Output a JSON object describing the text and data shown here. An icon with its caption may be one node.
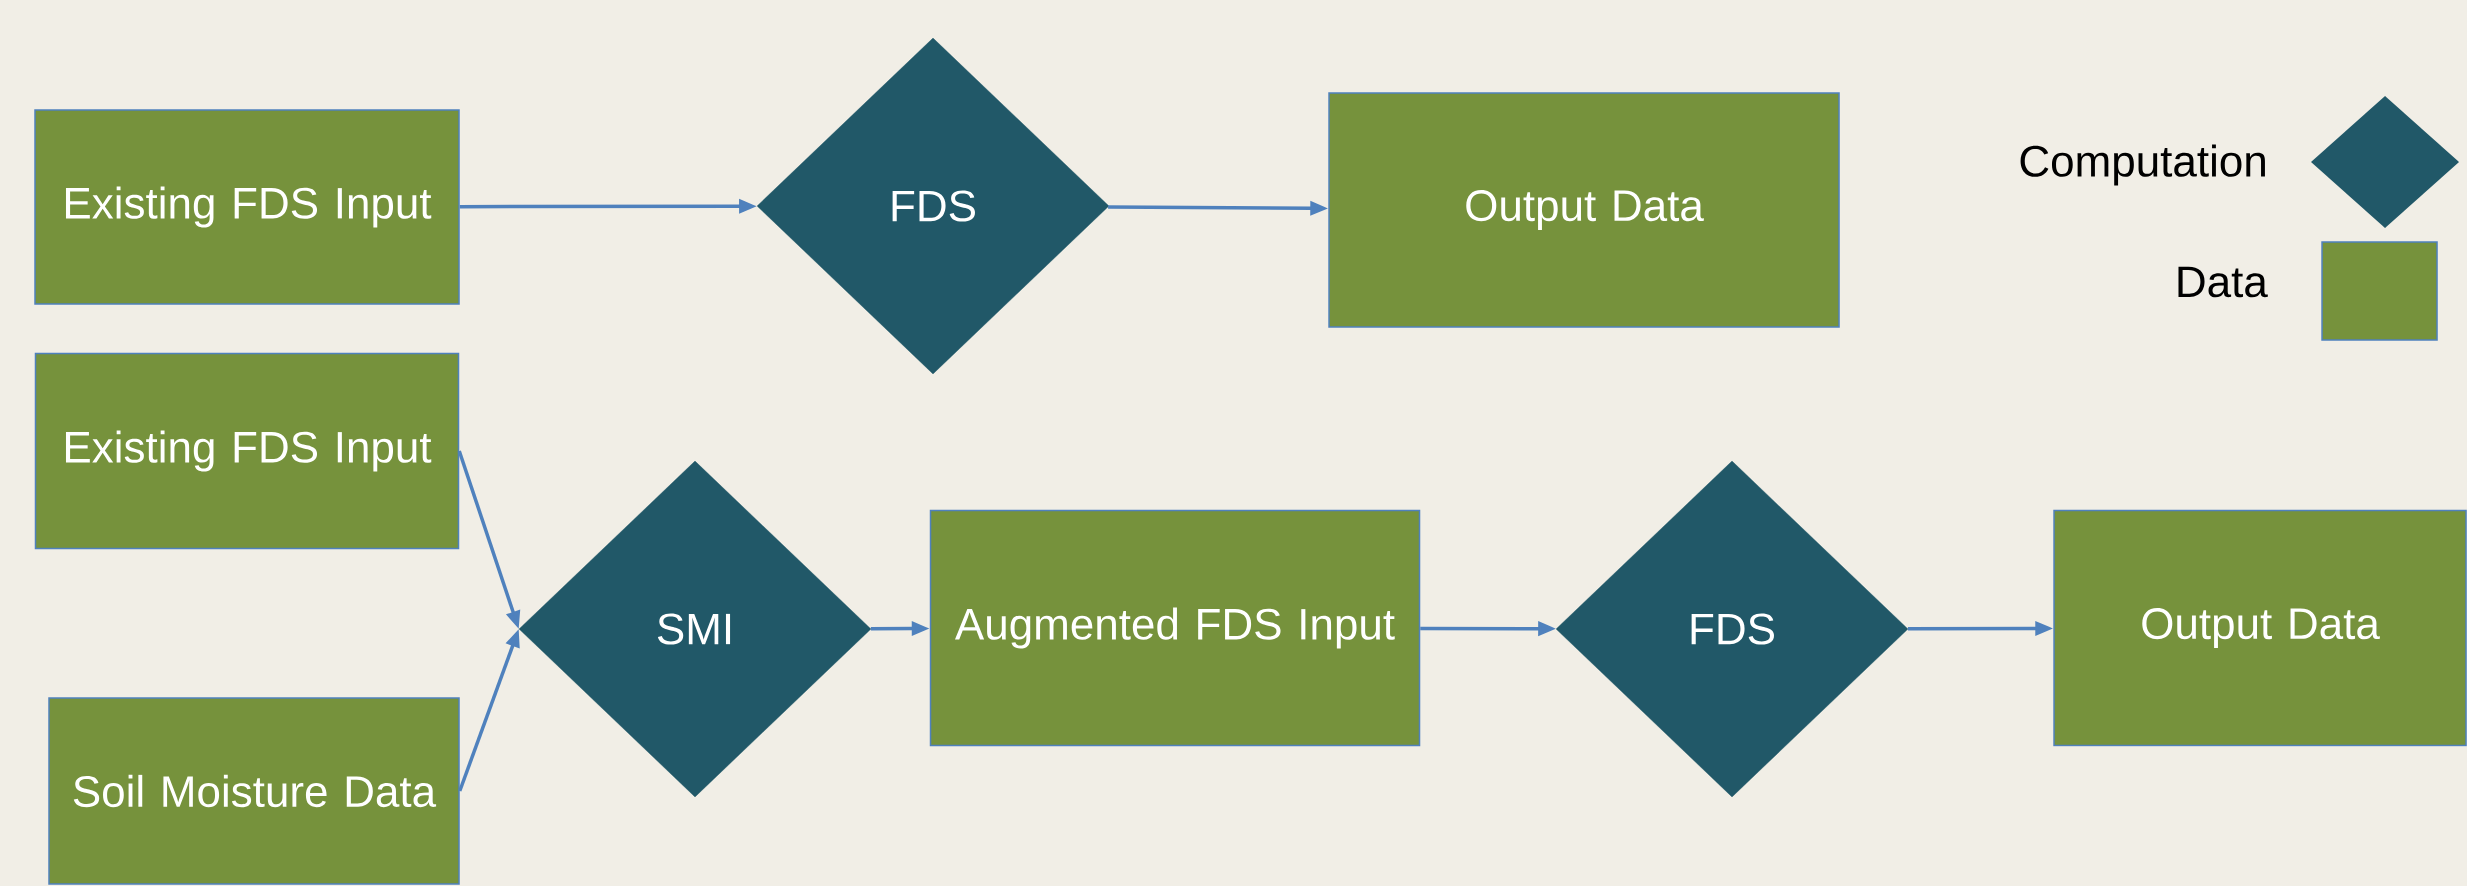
{
  "diagram": {
    "nodes": [
      {
        "text": [
          "Existing FDS Input"
        ]
      },
      {
        "text": [
          "FDS"
        ]
      },
      {
        "text": [
          "Output Data"
        ]
      },
      {
        "text": [
          "Existing FDS Input"
        ]
      },
      {
        "text": [
          "Soil Moisture Data"
        ]
      },
      {
        "text": [
          "SMI"
        ]
      },
      {
        "text": [
          "Augmented FDS Input"
        ]
      },
      {
        "text": [
          "FDS"
        ]
      },
      {
        "text": [
          "Output Data"
        ]
      }
    ],
    "edges": [
      {
        "from": 0,
        "to": 1,
        "arrow": "to"
      },
      {
        "from": 1,
        "to": 2,
        "arrow": "to"
      },
      {
        "from": 3,
        "to": 5,
        "arrow": "to"
      },
      {
        "from": 4,
        "to": 5,
        "arrow": "to"
      },
      {
        "from": 5,
        "to": 6,
        "arrow": "to"
      },
      {
        "from": 6,
        "to": 7,
        "arrow": "to"
      },
      {
        "from": 7,
        "to": 8,
        "arrow": "to"
      }
    ],
    "legend": [
      {
        "text": "Computation"
      },
      {
        "text": "Data"
      }
    ]
  }
}
